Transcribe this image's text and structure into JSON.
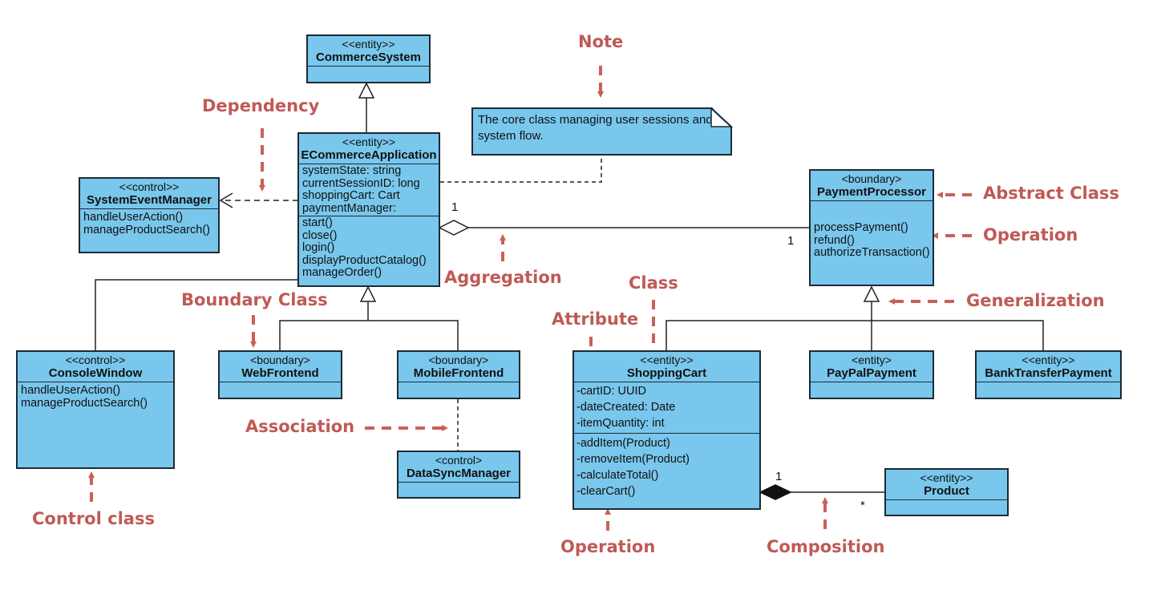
{
  "diagram": {
    "type": "UML class diagram",
    "accent_colors": {
      "class_fill": "#79c7ec",
      "class_border": "#1c2a36",
      "callout": "#bf5a55"
    }
  },
  "classes": {
    "commerce_system": {
      "stereotype": "<<entity>>",
      "name": "CommerceSystem",
      "attributes": [],
      "operations": []
    },
    "ecommerce_app": {
      "stereotype": "<<entity>>",
      "name": "ECommerceApplication",
      "attributes": [
        "systemState: string",
        "currentSessionID: long",
        "shoppingCart: Cart",
        "paymentManager:"
      ],
      "operations": [
        "start()",
        "close()",
        "login()",
        "displayProductCatalog()",
        "manageOrder()"
      ]
    },
    "system_event_manager": {
      "stereotype": "<<control>>",
      "name": "SystemEventManager",
      "operations": [
        "handleUserAction()",
        "manageProductSearch()"
      ]
    },
    "payment_processor": {
      "stereotype": "<boundary>",
      "name": "PaymentProcessor",
      "operations": [
        "processPayment()",
        "refund()",
        "authorizeTransaction()"
      ]
    },
    "console_window": {
      "stereotype": "<<control>>",
      "name": "ConsoleWindow",
      "operations": [
        "handleUserAction()",
        "manageProductSearch()"
      ]
    },
    "web_frontend": {
      "stereotype": "<boundary>",
      "name": "WebFrontend"
    },
    "mobile_frontend": {
      "stereotype": "<boundary>",
      "name": "MobileFrontend"
    },
    "data_sync_manager": {
      "stereotype": "<control>",
      "name": "DataSyncManager"
    },
    "shopping_cart": {
      "stereotype": "<<entity>>",
      "name": "ShoppingCart",
      "attributes": [
        "-cartID: UUID",
        "-dateCreated: Date",
        "-itemQuantity: int"
      ],
      "operations": [
        "-addItem(Product)",
        "-removeItem(Product)",
        "-calculateTotal()",
        "-clearCart()"
      ]
    },
    "paypal_payment": {
      "stereotype": "<entity>",
      "name": "PayPalPayment"
    },
    "bank_transfer_payment": {
      "stereotype": "<<entity>>",
      "name": "BankTransferPayment"
    },
    "product": {
      "stereotype": "<<entity>>",
      "name": "Product"
    }
  },
  "note": {
    "text": "The core class managing user sessions and system flow."
  },
  "multiplicities": {
    "aggregation_app": "1",
    "aggregation_payment": "1",
    "composition_cart": "1",
    "composition_product": "*"
  },
  "callouts": {
    "note": "Note",
    "dependency": "Dependency",
    "abstract_class": "Abstract Class",
    "operation_right": "Operation",
    "aggregation": "Aggregation",
    "class": "Class",
    "generalization": "Generalization",
    "boundary_class": "Boundary Class",
    "attribute": "Attribute",
    "association": "Association",
    "control_class": "Control class",
    "operation_bottom": "Operation",
    "composition": "Composition"
  }
}
